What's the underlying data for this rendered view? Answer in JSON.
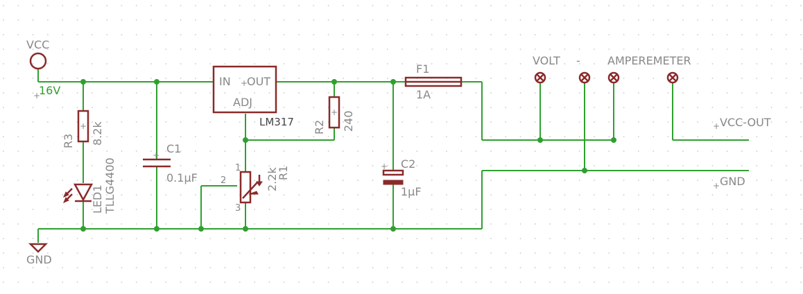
{
  "nets": {
    "vcc": "VCC",
    "gnd_left": "GND",
    "vcc_out": "VCC-OUT",
    "gnd_right": "GND",
    "input_voltage": "16V"
  },
  "regulator": {
    "in_pin": "IN",
    "out_pin": "OUT",
    "adj_pin": "ADJ",
    "name": "LM317"
  },
  "components": {
    "r3": {
      "name": "R3",
      "value": "8.2k"
    },
    "led1": {
      "name": "LED1",
      "value": "TLLG4400"
    },
    "c1": {
      "name": "C1",
      "value": "0.1µF"
    },
    "r1": {
      "name": "R1",
      "value": "2.2k",
      "pin1": "1",
      "pin2": "2",
      "pin3": "3"
    },
    "r2": {
      "name": "R2",
      "value": "240"
    },
    "c2": {
      "name": "C2",
      "value": "1µF"
    },
    "f1": {
      "name": "F1",
      "value": "1A"
    }
  },
  "meters": {
    "volt": "VOLT",
    "minus": "-",
    "ampere": "AMPEREMETER"
  },
  "colors": {
    "wire": "#2fa02f",
    "part": "#8a2a2a",
    "label": "#888888",
    "grid": "#c8c8c8"
  }
}
